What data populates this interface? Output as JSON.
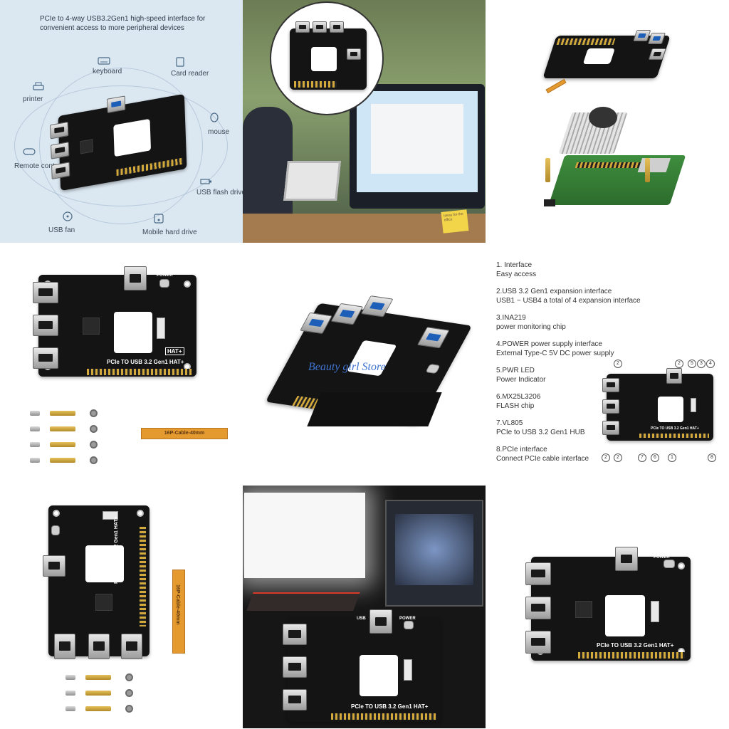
{
  "cell1": {
    "headline": "PCIe to 4-way USB3.2Gen1 high-speed interface for convenient access to more peripheral devices",
    "peripherals": {
      "keyboard": "keyboard",
      "card_reader": "Card reader",
      "printer": "printer",
      "mouse": "mouse",
      "remote": "Remote control handle",
      "flash": "USB flash drive",
      "fan": "USB fan",
      "hdd": "Mobile hard drive"
    }
  },
  "cell2": {
    "sticky_note": "Ideas for the office"
  },
  "board_label": "PCIe TO USB 3.2 Gen1 HAT+",
  "board_small_label": "HAT+",
  "silk": {
    "power": "POWER",
    "usb": "USB"
  },
  "cable_label": "16P-Cable-40mm",
  "watermark": "Beauty girl Store",
  "specs": [
    {
      "title": "1. Interface",
      "desc": "Easy access"
    },
    {
      "title": "2.USB 3.2 Gen1 expansion interface",
      "desc": "USB1 ~ USB4 a total of 4 expansion interface"
    },
    {
      "title": "3.INA219",
      "desc": "power monitoring chip"
    },
    {
      "title": "4.POWER power supply interface",
      "desc": "External Type-C 5V DC power supply"
    },
    {
      "title": "5.PWR LED",
      "desc": "Power Indicator"
    },
    {
      "title": "6.MX25L3206",
      "desc": "FLASH chip"
    },
    {
      "title": "7.VL805",
      "desc": "PCIe to USB 3.2 Gen1 HUB"
    },
    {
      "title": "8.PCIe interface",
      "desc": "Connect PCIe cable interface"
    }
  ],
  "callouts": {
    "n1": "1",
    "n2": "2",
    "n3": "3",
    "n4": "4",
    "n5": "5",
    "n6": "6",
    "n7": "7",
    "n8": "8"
  },
  "colors": {
    "board": "#141414",
    "gold_pins": "#d4a93b",
    "usb_blue": "#1d5fb8",
    "panel_bg": "#dbe7f1",
    "cable_orange": "#e59a2f"
  }
}
